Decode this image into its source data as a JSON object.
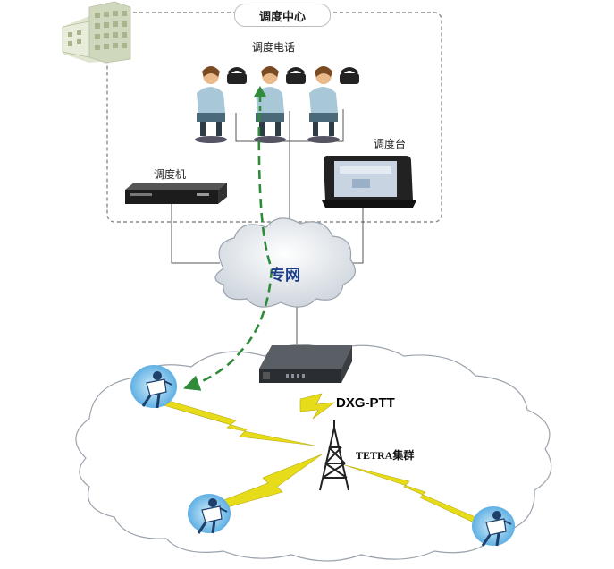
{
  "dispatch_center": {
    "title": "调度中心",
    "phone_label": "调度电话",
    "console_label": "调度台",
    "server_label": "调度机"
  },
  "network": {
    "private_network_label": "专网"
  },
  "gateway": {
    "label": "DXG-PTT"
  },
  "radio": {
    "tetra_label": "TETRA集群"
  },
  "colors": {
    "cloud_fill": "#dfe3e8",
    "cloud_stroke": "#9aa3ad",
    "dashed_border": "#8c8c8c",
    "green_path": "#2f8a3a",
    "lightning": "#e6dc1a",
    "worker_bg": "#8ec9ee"
  },
  "icons": [
    "building-icon",
    "operator-icon",
    "server-icon",
    "console-icon",
    "cloud-icon",
    "gateway-icon",
    "tower-icon",
    "lightning-icon",
    "field-worker-icon"
  ]
}
